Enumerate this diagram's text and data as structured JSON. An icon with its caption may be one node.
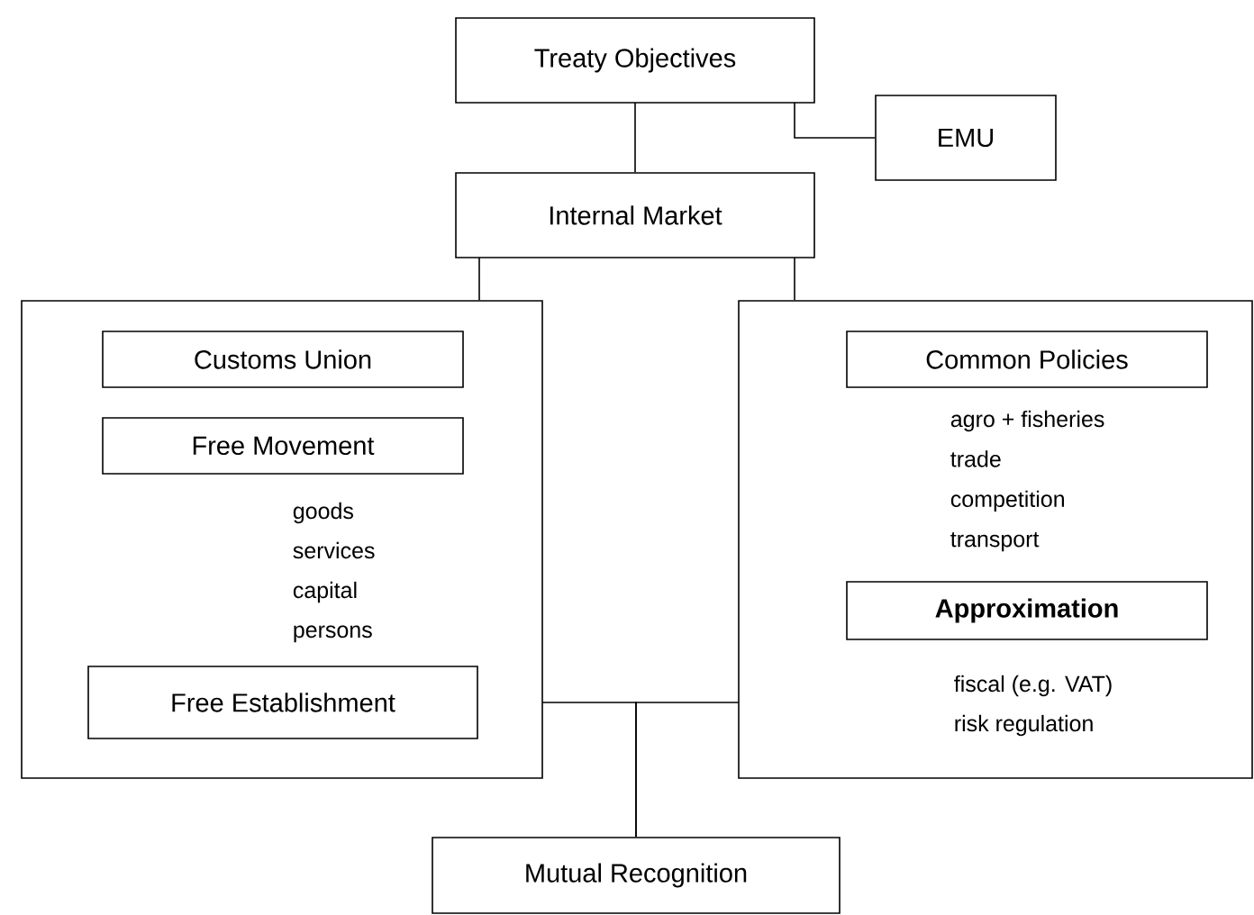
{
  "diagram": {
    "nodes": [
      {
        "text": [
          "Treaty Objectives"
        ]
      },
      {
        "text": [
          "EMU"
        ]
      },
      {
        "text": [
          "Internal Market"
        ]
      },
      {
        "text": [],
        "shape": "box"
      },
      {
        "text": [
          "Customs Union"
        ],
        "in": 3
      },
      {
        "text": [
          "Free Movement"
        ],
        "in": 3,
        "beside": [
          "goods",
          "services",
          "capital",
          "persons"
        ]
      },
      {
        "text": [
          "Free Establishment"
        ],
        "in": 3
      },
      {
        "text": [],
        "shape": "box"
      },
      {
        "text": [
          "Common Policies"
        ],
        "in": 7,
        "beside": [
          "agro + fisheries",
          "trade",
          "competition",
          "transport"
        ]
      },
      {
        "text": [
          "Approximation"
        ],
        "in": 7,
        "beside": [
          "fiscal (e.g. VAT)",
          "risk regulation"
        ]
      },
      {
        "text": [
          "Mutual Recognition"
        ]
      }
    ],
    "edges": [
      {
        "from": 0,
        "to": 1,
        "arrow": "none"
      },
      {
        "from": 0,
        "to": 2,
        "arrow": "none"
      },
      {
        "from": 2,
        "to": 3,
        "arrow": "none"
      },
      {
        "from": 2,
        "to": 7,
        "arrow": "none"
      },
      {
        "from": 3,
        "to": 10,
        "arrow": "none"
      },
      {
        "from": 7,
        "to": 10,
        "arrow": "none"
      }
    ]
  }
}
